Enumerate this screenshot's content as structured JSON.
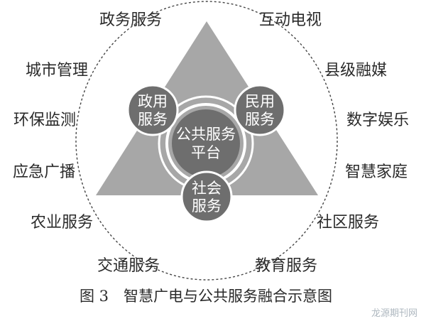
{
  "diagram": {
    "center": {
      "line1": "公共服务",
      "line2": "平台"
    },
    "nodes": {
      "top_left": {
        "line1": "政用",
        "line2": "服务"
      },
      "top_right": {
        "line1": "民用",
        "line2": "服务"
      },
      "bottom": {
        "line1": "社会",
        "line2": "服务"
      }
    },
    "services": {
      "s1": "政务服务",
      "s2": "互动电视",
      "s3": "城市管理",
      "s4": "县级融媒",
      "s5": "环保监测",
      "s6": "数字娱乐",
      "s7": "应急广播",
      "s8": "智慧家庭",
      "s9": "农业服务",
      "s10": "社区服务",
      "s11": "交通服务",
      "s12": "教育服务"
    },
    "caption": "图 3　智慧广电与公共服务融合示意图",
    "watermark": "龙源期刊网",
    "colors": {
      "triangle": "#a7a7a7",
      "node_fill": "#6e6e6e",
      "ring": "#ffffff",
      "text": "#2a2a2a",
      "dashed": "#444444"
    }
  }
}
